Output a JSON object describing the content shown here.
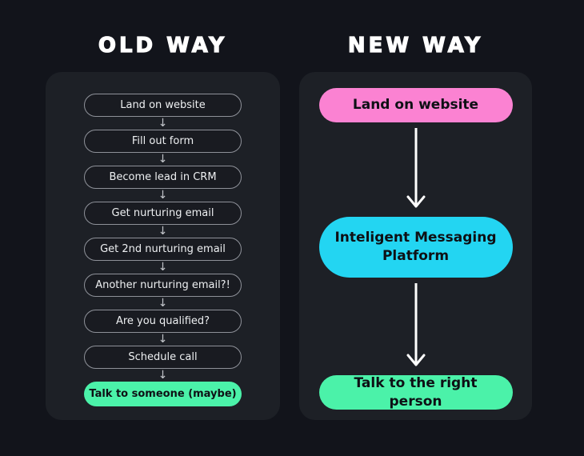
{
  "page": {
    "background": "#12141b",
    "panel_background": "#1d2026"
  },
  "old_way": {
    "title": "OLD WAY",
    "arrow_icon": "↓",
    "highlight_color": "#4bf2a9",
    "highlight_text_color": "#0e1015",
    "steps": [
      {
        "label": "Land on website",
        "style": "outline"
      },
      {
        "label": "Fill out form",
        "style": "outline"
      },
      {
        "label": "Become lead in CRM",
        "style": "outline"
      },
      {
        "label": "Get nurturing email",
        "style": "outline"
      },
      {
        "label": "Get 2nd nurturing email",
        "style": "outline"
      },
      {
        "label": "Another nurturing email?!",
        "style": "outline"
      },
      {
        "label": "Are you qualified?",
        "style": "outline"
      },
      {
        "label": "Schedule call",
        "style": "outline"
      },
      {
        "label": "Talk to someone (maybe)",
        "style": "fill",
        "color": "#4bf2a9"
      }
    ]
  },
  "new_way": {
    "title": "NEW WAY",
    "arrow_color": "#ffffff",
    "steps": [
      {
        "label": "Land on website",
        "color": "#fb82d2",
        "lines": 1
      },
      {
        "label": "Inteligent Messaging Platform",
        "color": "#23d5f2",
        "lines": 2
      },
      {
        "label": "Talk to the right person",
        "color": "#4bf2a9",
        "lines": 1
      }
    ]
  }
}
